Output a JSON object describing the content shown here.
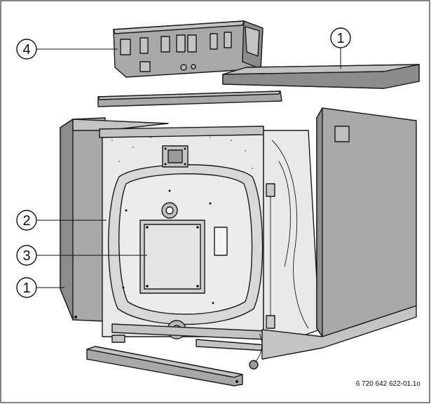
{
  "figure": {
    "reference_code": "6 720 642 622-01.1o",
    "callouts": [
      {
        "id": "callout-4",
        "number": "4"
      },
      {
        "id": "callout-1-top",
        "number": "1"
      },
      {
        "id": "callout-2",
        "number": "2"
      },
      {
        "id": "callout-3",
        "number": "3"
      },
      {
        "id": "callout-1-left",
        "number": "1"
      }
    ],
    "colors": {
      "panel": "#a8a8a8",
      "panel_dark": "#8c8c8c",
      "insulation": "#e9e9e9",
      "outline": "#1a1a1a"
    }
  }
}
